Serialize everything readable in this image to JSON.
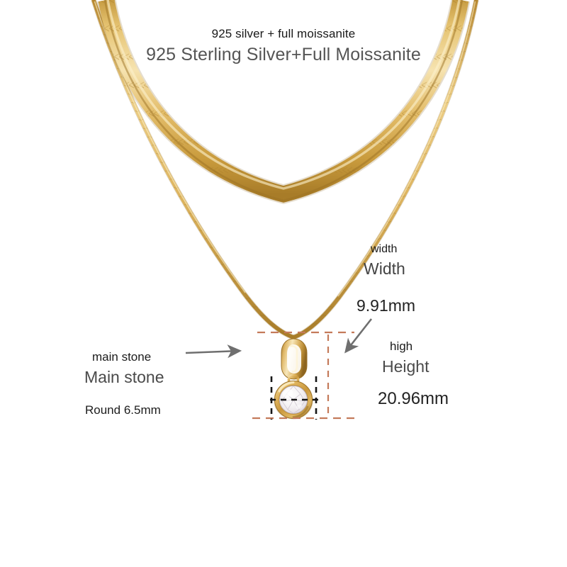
{
  "product": {
    "title_sub": "925 silver + full moissanite",
    "title_main": "925 Sterling Silver+Full Moissanite",
    "type": "layered-necklace",
    "chains": [
      {
        "name": "herringbone-flat-chain",
        "finish": "gold"
      },
      {
        "name": "snake-chain",
        "finish": "gold"
      }
    ],
    "pendant": {
      "name": "bezel-set-round-stone-pendant",
      "finish": "gold"
    }
  },
  "annotations": {
    "width": {
      "sub_label": "width",
      "main_label": "Width",
      "value": "9.91mm"
    },
    "height": {
      "sub_label": "high",
      "main_label": "Height",
      "value": "20.96mm"
    },
    "main_stone": {
      "sub_label": "main stone",
      "main_label": "Main stone",
      "value": "Round 6.5mm"
    }
  },
  "colors": {
    "background": "#ffffff",
    "gold_light": "#f0d9a0",
    "gold_mid": "#d9af59",
    "gold_deep": "#b98a33",
    "gold_shadow": "#8f6a22",
    "guide_orange": "#c47a5a",
    "guide_black": "#161616",
    "arrow_gray": "#6f6f6f",
    "text_dark": "#1b1b1b",
    "text_gray": "#555555",
    "stone_white": "#fdfcfb"
  }
}
